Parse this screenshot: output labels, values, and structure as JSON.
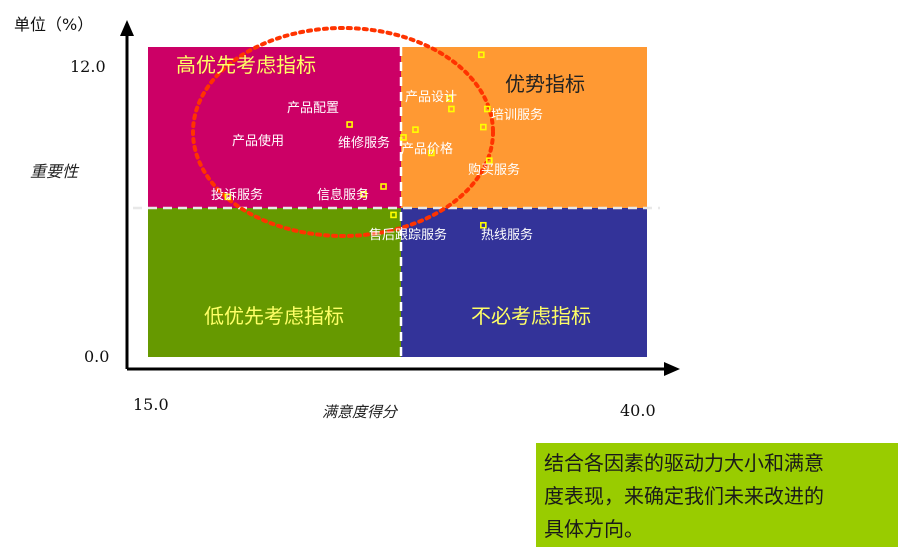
{
  "chart_data": {
    "type": "scatter",
    "y_unit_label": "单位（%）",
    "ylabel": "重要性",
    "xlabel": "满意度得分",
    "xlim": [
      15.0,
      40.0
    ],
    "ylim": [
      0.0,
      12.0
    ],
    "x_tick_labels": [
      "15.0",
      "40.0"
    ],
    "y_tick_labels": [
      "12.0",
      "0.0"
    ],
    "quadrants": [
      {
        "id": "top-left",
        "label": "高优先考虑指标",
        "color": "#cc0066",
        "label_color": "#ffff66"
      },
      {
        "id": "top-right",
        "label": "优势指标",
        "color": "#ff9933",
        "label_color": "#222222"
      },
      {
        "id": "bottom-left",
        "label": "低优先考虑指标",
        "color": "#669900",
        "label_color": "#ffff66"
      },
      {
        "id": "bottom-right",
        "label": "不必考虑指标",
        "color": "#333399",
        "label_color": "#ffff66"
      }
    ],
    "points": [
      {
        "label": "产品配置",
        "x": null,
        "y": null
      },
      {
        "label": "产品使用",
        "x": null,
        "y": null
      },
      {
        "label": "维修服务",
        "x": 25.1,
        "y": 9.0
      },
      {
        "label": "投诉服务",
        "x": 19.0,
        "y": 6.2
      },
      {
        "label": "信息服务",
        "x": 25.8,
        "y": 6.3
      },
      {
        "label": "产品设计",
        "x": 30.2,
        "y": 9.6
      },
      {
        "label": "培训服务",
        "x": 32.0,
        "y": 9.6
      },
      {
        "label": "产品价格",
        "x": 27.8,
        "y": 8.5
      },
      {
        "label": "购买服务",
        "x": 32.1,
        "y": 7.6
      },
      {
        "label": "售后跟踪服务",
        "x": 27.3,
        "y": 5.5
      },
      {
        "label": "热线服务",
        "x": 31.8,
        "y": 5.1
      },
      {
        "x": 31.7,
        "y": 11.7
      },
      {
        "x": 30.1,
        "y": 10.0
      },
      {
        "x": 31.8,
        "y": 8.9
      },
      {
        "x": 29.2,
        "y": 7.9
      },
      {
        "x": 26.8,
        "y": 6.6
      },
      {
        "x": 28.4,
        "y": 8.8
      }
    ],
    "highlight": "dotted-ellipse",
    "colors": {
      "axis": "#000000",
      "highlight": "#ff3300",
      "point": "#ffff00",
      "divider": "#ffffff"
    }
  },
  "note": {
    "lines": [
      "结合各因素的驱动力大小和满意",
      "度表现，来确定我们未来改进的",
      "具体方向。"
    ]
  }
}
